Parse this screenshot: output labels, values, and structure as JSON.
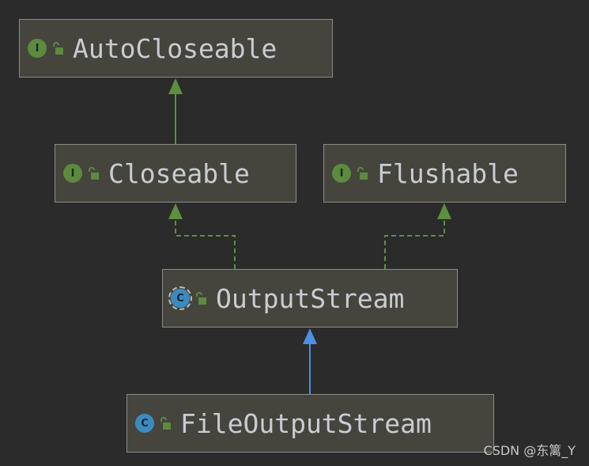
{
  "nodes": {
    "autocloseable": {
      "label": "AutoCloseable",
      "kind": "interface",
      "badge": "I"
    },
    "closeable": {
      "label": "Closeable",
      "kind": "interface",
      "badge": "I"
    },
    "flushable": {
      "label": "Flushable",
      "kind": "interface",
      "badge": "I"
    },
    "outputstream": {
      "label": "OutputStream",
      "kind": "abstract-class",
      "badge": "C"
    },
    "fileoutputstream": {
      "label": "FileOutputStream",
      "kind": "class",
      "badge": "C"
    }
  },
  "edges": [
    {
      "from": "closeable",
      "to": "autocloseable",
      "relation": "extends"
    },
    {
      "from": "outputstream",
      "to": "closeable",
      "relation": "implements"
    },
    {
      "from": "outputstream",
      "to": "flushable",
      "relation": "implements"
    },
    {
      "from": "fileoutputstream",
      "to": "outputstream",
      "relation": "extends"
    }
  ],
  "colors": {
    "background": "#2b2b2b",
    "node_fill": "#45443d",
    "node_border": "#8c8c86",
    "label_text": "#c9cdd2",
    "interface_badge": "#5c8a3f",
    "class_badge": "#3c8bbf",
    "interface_edge": "#5e8f3f",
    "class_edge": "#4d8fe3"
  },
  "icons": {
    "badge": "circle-letter-icon",
    "visibility": "unlocked-padlock-icon"
  },
  "watermark": "CSDN @东篱_Y"
}
